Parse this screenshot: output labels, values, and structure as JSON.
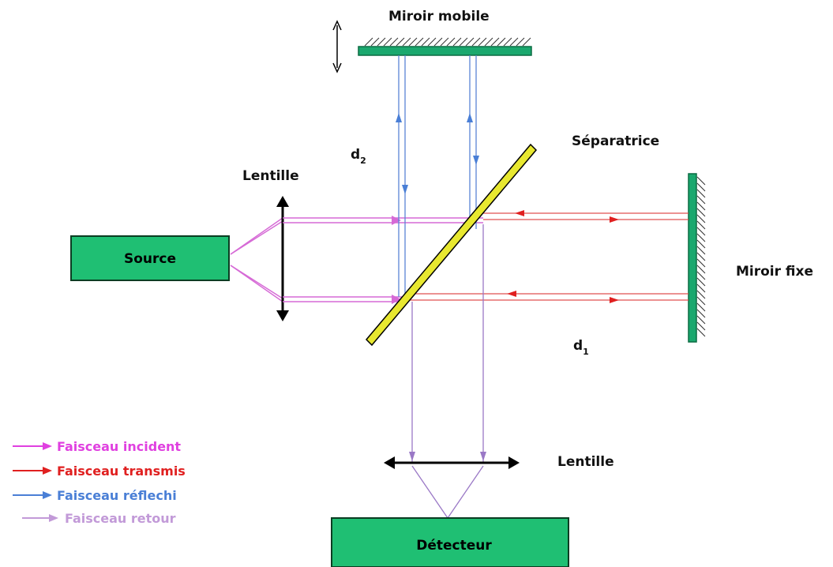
{
  "labels": {
    "miroir_mobile": "Miroir mobile",
    "separatrice": "Séparatrice",
    "lentille_left": "Lentille",
    "lentille_bottom": "Lentille",
    "miroir_fixe": "Miroir fixe",
    "d2_base": "d",
    "d2_sub": "2",
    "d1_base": "d",
    "d1_sub": "1"
  },
  "boxes": {
    "source": "Source",
    "detecteur": "Détecteur"
  },
  "legend": [
    {
      "label": "Faisceau incident",
      "color": "#e040e0"
    },
    {
      "label": "Faisceau transmis",
      "color": "#e02020"
    },
    {
      "label": "Faisceau réflechi",
      "color": "#4a7fd6"
    },
    {
      "label": "Faisceau retour",
      "color": "#c29ad8"
    }
  ],
  "colors": {
    "incident": "#d66ad6",
    "transmis": "#e05050",
    "reflechi": "#5b84d6",
    "retour": "#9a78c6",
    "box_fill": "#1fbf73",
    "mirror_fill": "#1aa86e",
    "splitter_fill": "#e8e830"
  }
}
